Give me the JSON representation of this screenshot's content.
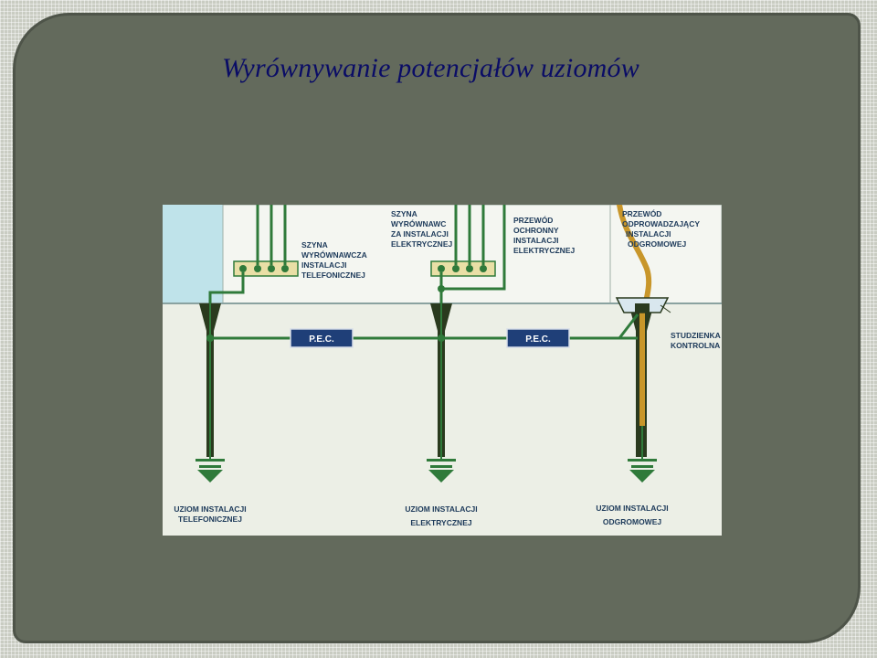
{
  "slide": {
    "title": "Wyrównywanie potencjałów uziomów"
  },
  "diagram": {
    "colors": {
      "sky": "#bfe3ea",
      "ground": "#ecefe6",
      "wall": "#f4f6f1",
      "conductor": "#2f7a3a",
      "earth_rod": "#2a3a1e",
      "pec_box": "#1f3f78",
      "lightning": "#c8962a"
    },
    "labels": {
      "szyna_tel": [
        "SZYNA",
        "WYRÓWNAWCZA",
        "INSTALACJI",
        "TELEFONICZNEJ"
      ],
      "szyna_el": [
        "SZYNA",
        "WYRÓWNAWC",
        "ZA INSTALACJI",
        "ELEKTRYCZNEJ"
      ],
      "przewod_ochronny": [
        "PRZEWÓD",
        "OCHRONNY",
        "INSTALACJI",
        "ELEKTRYCZNEJ"
      ],
      "przewod_odprow": [
        "PRZEWÓD",
        "ODPROWADZAJĄCY",
        "INSTALACJI",
        "ODGROMOWEJ"
      ],
      "studzienka": [
        "STUDZIENKA",
        "KONTROLNA"
      ],
      "uziom_tel": [
        "UZIOM INSTALACJI",
        "TELEFONICZNEJ"
      ],
      "uziom_el": [
        "UZIOM INSTALACJI",
        "ELEKTRYCZNEJ"
      ],
      "uziom_odg": [
        "UZIOM INSTALACJI",
        "ODGROMOWEJ"
      ]
    },
    "pec_left": "P.E.C.",
    "pec_right": "P.E.C."
  }
}
